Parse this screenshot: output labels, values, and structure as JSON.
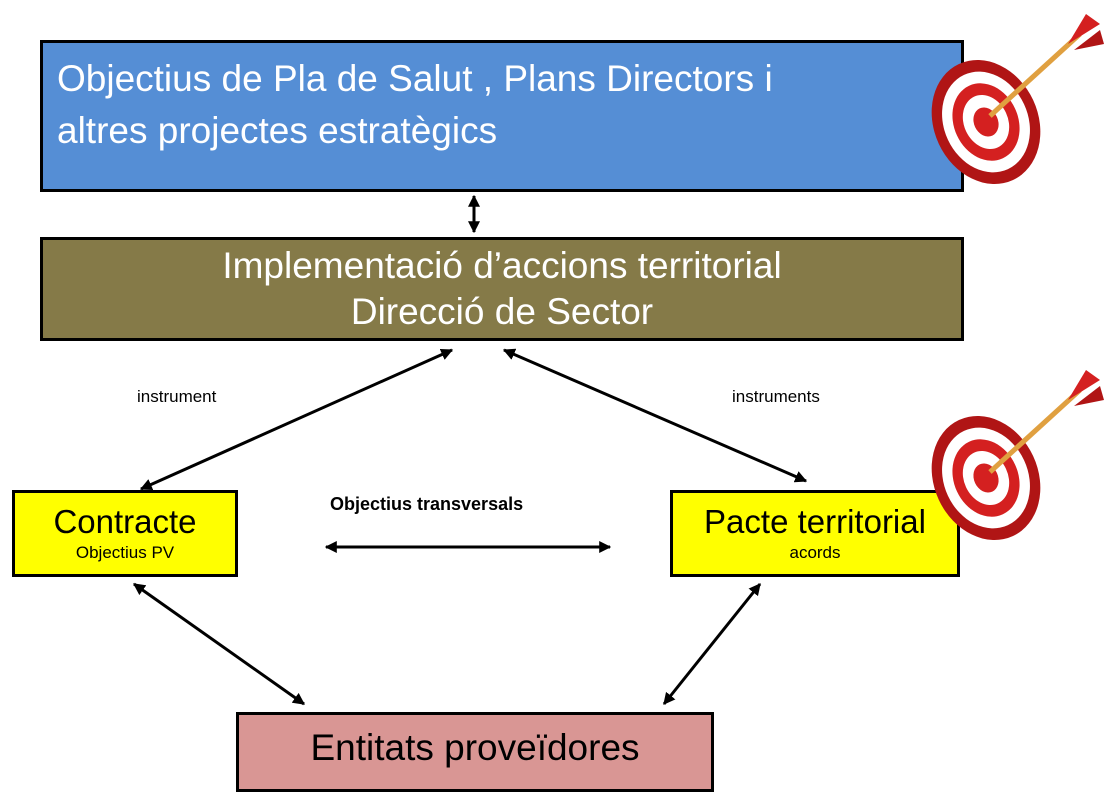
{
  "top_box": {
    "line1": "Objectius de  Pla de Salut , Plans Directors  i",
    "line2": "altres projectes estratègics"
  },
  "impl_box": {
    "line1": "Implementació d’accions territorial",
    "line2": "Direcció de Sector"
  },
  "contract_box": {
    "title": "Contracte",
    "subtitle": "Objectius PV"
  },
  "pacte_box": {
    "title": "Pacte territorial",
    "subtitle": "acords"
  },
  "entitats_box": {
    "label": "Entitats proveïdores"
  },
  "labels": {
    "left_instrument": "instrument",
    "right_instruments": "instruments",
    "transversal": "Objectius transversals"
  },
  "colors": {
    "top_box_fill": "#558ed5",
    "impl_box_fill": "#857a48",
    "yellow_box_fill": "#ffff00",
    "entitats_box_fill": "#d99694",
    "target_red": "#d42020",
    "arrow_shaft": "#e0a040"
  },
  "icons": [
    "target-dart-icon",
    "target-dart-icon"
  ]
}
